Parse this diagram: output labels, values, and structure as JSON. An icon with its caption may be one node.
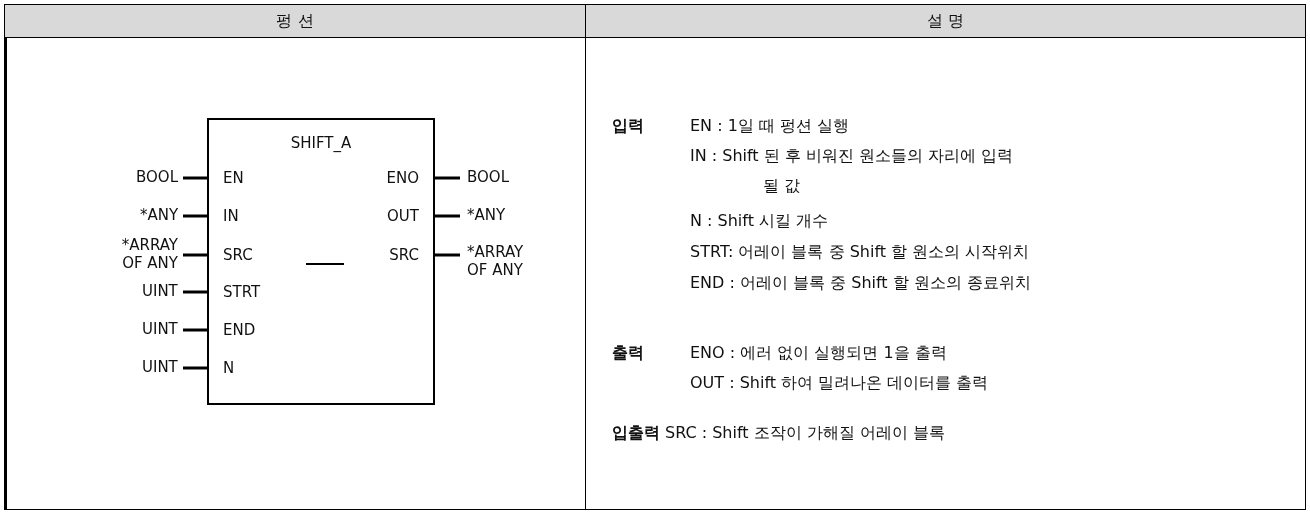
{
  "diagram": {
    "nodes": [
      {
        "text": [
          "SHIFT_A",
          "EN",
          "IN",
          "SRC",
          "STRT",
          "END",
          "N",
          "ENO",
          "OUT",
          "SRC"
        ]
      },
      {
        "text": [
          "BOOL"
        ]
      },
      {
        "text": [
          "*ANY"
        ]
      },
      {
        "text": [
          "*ARRAY OF ANY"
        ]
      },
      {
        "text": [
          "UINT"
        ]
      },
      {
        "text": [
          "UINT"
        ]
      },
      {
        "text": [
          "UINT"
        ]
      },
      {
        "text": [
          "BOOL"
        ]
      },
      {
        "text": [
          "*ANY"
        ]
      },
      {
        "text": [
          "*ARRAY OF ANY"
        ]
      }
    ],
    "edges": [
      {
        "from": 1,
        "to": 0,
        "arrow": "none"
      },
      {
        "from": 2,
        "to": 0,
        "arrow": "none"
      },
      {
        "from": 3,
        "to": 0,
        "arrow": "none"
      },
      {
        "from": 4,
        "to": 0,
        "arrow": "none"
      },
      {
        "from": 5,
        "to": 0,
        "arrow": "none"
      },
      {
        "from": 6,
        "to": 0,
        "arrow": "none"
      },
      {
        "from": 0,
        "to": 7,
        "arrow": "none"
      },
      {
        "from": 0,
        "to": 8,
        "arrow": "none"
      },
      {
        "from": 0,
        "to": 9,
        "arrow": "none"
      }
    ],
    "labels": [
      "펑 션",
      "설 명",
      "입력",
      "EN : 1일 때 펑션 실행",
      "IN : Shift 된 후 비워진 원소들의 자리에 입력될 값",
      "N : Shift 시킬 개수",
      "STRT: 어레이 블록 중 Shift 할 원소의 시작위치",
      "END : 어레이 블록 중 Shift 할 원소의 종료위치",
      "출력",
      "ENO : 에러 없이 실행되면 1을 출력",
      "OUT : Shift 하여 밀려나온 데이터를 출력",
      "입출력",
      "SRC : Shift 조작이 가해질 어레이 블록"
    ]
  }
}
